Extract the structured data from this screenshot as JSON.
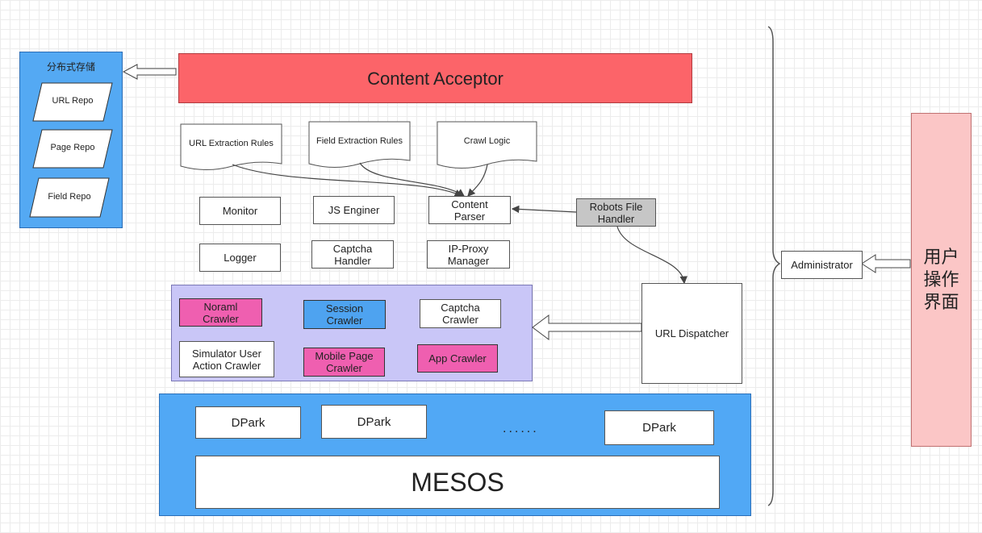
{
  "storage": {
    "title": "分布式存储",
    "repos": [
      "URL Repo",
      "Page Repo",
      "Field Repo"
    ]
  },
  "content_acceptor": "Content Acceptor",
  "documents": [
    "URL Extraction Rules",
    "Field Extraction Rules",
    "Crawl Logic"
  ],
  "modules": {
    "monitor": "Monitor",
    "js_engine": "JS Enginer",
    "content_parser": "Content Parser",
    "robots_handler": "Robots File Handler",
    "logger": "Logger",
    "captcha_handler": "Captcha Handler",
    "ip_proxy_manager": "IP-Proxy Manager"
  },
  "crawlers": {
    "normal": "Noraml Crawler",
    "session": "Session Crawler",
    "captcha": "Captcha Crawler",
    "simulator": "Simulator User Action  Crawler",
    "mobile": "Mobile Page Crawler",
    "app": "App Crawler"
  },
  "url_dispatcher": "URL Dispatcher",
  "cluster": {
    "dparks": [
      "DPark",
      "DPark",
      "DPark"
    ],
    "ellipsis": "......",
    "mesos": "MESOS"
  },
  "administrator": "Administrator",
  "user_interface": "用户操作界面"
}
